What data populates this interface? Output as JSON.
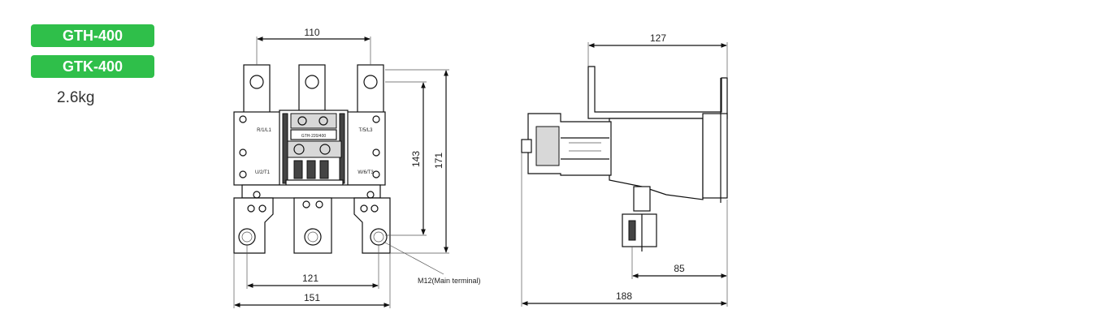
{
  "badges": [
    "GTH-400",
    "GTK-400"
  ],
  "weight": "2.6kg",
  "front_view": {
    "dim_top": "110",
    "dim_right_inner": "143",
    "dim_right_outer": "171",
    "dim_bottom_inner": "121",
    "dim_bottom_outer": "151",
    "terminal_note": "M12(Main terminal)",
    "label_model": "GTH-220/400",
    "label_terminal_1": "R/1/L1",
    "label_terminal_2": "T/5/L3",
    "label_terminal_3": "U/2/T1",
    "label_terminal_4": "W/6/T3"
  },
  "side_view": {
    "dim_top": "127",
    "dim_mid": "85",
    "dim_bottom": "188"
  },
  "colors": {
    "badge_bg": "#2fbf4a",
    "badge_text": "#ffffff",
    "line": "#111111"
  }
}
